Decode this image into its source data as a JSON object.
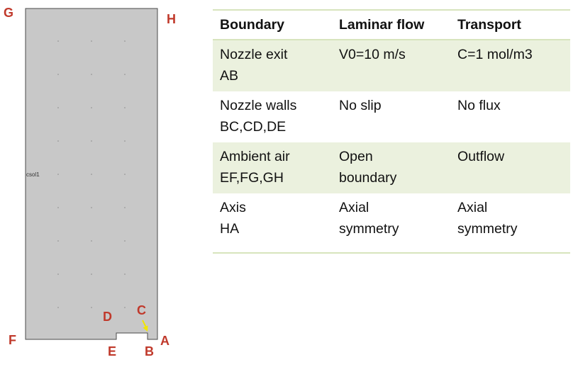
{
  "diagram": {
    "domain_label": "csol1",
    "points": {
      "A": "A",
      "B": "B",
      "C": "C",
      "D": "D",
      "E": "E",
      "F": "F",
      "G": "G",
      "H": "H"
    },
    "colors": {
      "domain_fill": "#c8c8c8",
      "outline": "#4a4a4a",
      "label": "#c0392b",
      "arrow": "#f2e600"
    }
  },
  "table": {
    "headers": [
      "Boundary",
      "Laminar flow",
      "Transport"
    ],
    "rows": [
      {
        "boundary": [
          "Nozzle exit",
          "AB"
        ],
        "laminar": [
          "V0=10 m/s"
        ],
        "transport": [
          "C=1 mol/m3"
        ]
      },
      {
        "boundary": [
          "Nozzle walls",
          "BC,CD,DE"
        ],
        "laminar": [
          "No slip"
        ],
        "transport": [
          "No flux"
        ]
      },
      {
        "boundary": [
          "Ambient air",
          "EF,FG,GH"
        ],
        "laminar": [
          "Open",
          "boundary"
        ],
        "transport": [
          "Outflow"
        ]
      },
      {
        "boundary": [
          "Axis",
          "HA"
        ],
        "laminar": [
          "Axial",
          "symmetry"
        ],
        "transport": [
          "Axial",
          "symmetry"
        ]
      }
    ],
    "colors": {
      "shade": "#ebf1de",
      "rule": "#d7e4bd"
    }
  }
}
